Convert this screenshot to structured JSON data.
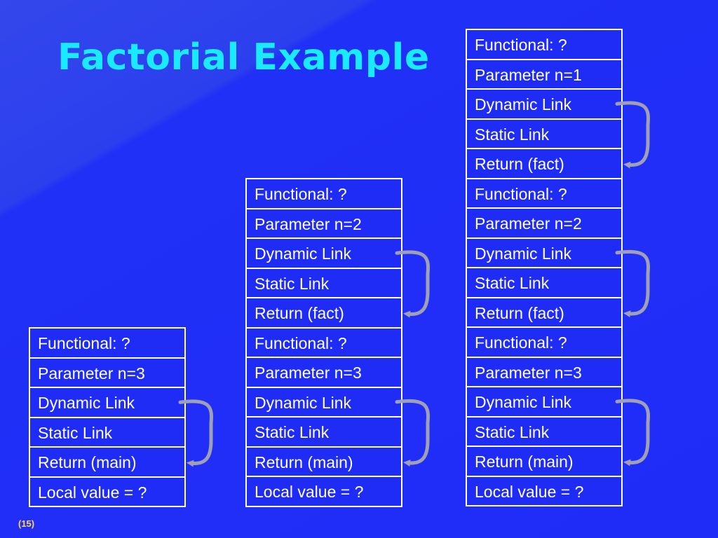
{
  "slide": {
    "title": "Factorial Example",
    "page_number": "(15)"
  },
  "stacks": [
    {
      "rows": [
        "Functional: ?",
        "Parameter n=3",
        "Dynamic Link",
        "Static Link",
        "Return (main)",
        "Local value = ?"
      ]
    },
    {
      "rows": [
        "Functional:  ?",
        "Parameter n=2",
        "Dynamic Link",
        "Static Link",
        "Return (fact)",
        "Functional: ?",
        "Parameter n=3",
        "Dynamic Link",
        "Static Link",
        "Return (main)",
        "Local value = ?"
      ]
    },
    {
      "rows": [
        "Functional:  ?",
        "Parameter n=1",
        "Dynamic Link",
        "Static Link",
        "Return (fact)",
        "Functional:  ?",
        "Parameter n=2",
        "Dynamic Link",
        "Static Link",
        "Return (fact)",
        "Functional: ?",
        "Parameter n=3",
        "Dynamic Link",
        "Static Link",
        "Return (main)",
        "Local value = ?"
      ]
    }
  ],
  "colors": {
    "background": "#1f2cf8",
    "title": "#19eaff",
    "cell_text": "#ffffff",
    "border": "#ffffff",
    "arrow": "#a0a0b4",
    "page_number": "#ffd84a"
  }
}
